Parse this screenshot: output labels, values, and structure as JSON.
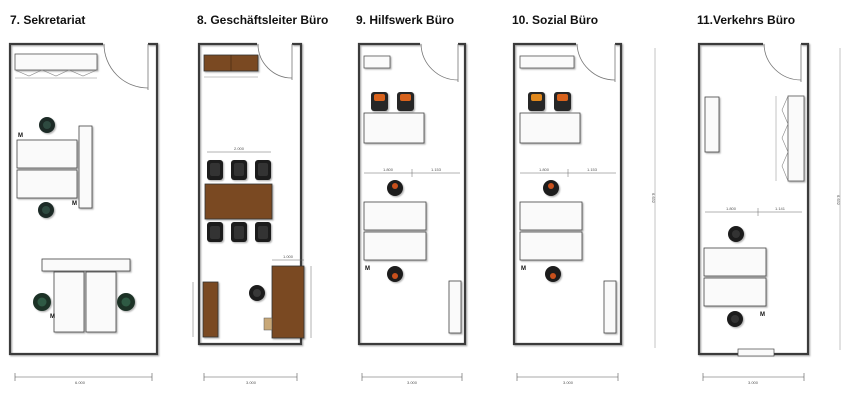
{
  "rooms": [
    {
      "title": "7. Sekretariat",
      "width_label": "6.000"
    },
    {
      "title": "8. Geschäftsleiter Büro",
      "width_label": "3.000"
    },
    {
      "title": "9. Hilfswerk Büro",
      "width_label": "3.000"
    },
    {
      "title": "10. Sozial Büro",
      "width_label": "3.000"
    },
    {
      "title": "11.Verkehrs Büro",
      "width_label": "3.000"
    }
  ],
  "desk_marker": "M",
  "dims": {
    "d1800": "1.800",
    "d1153": "1.153",
    "d1141": "1.141",
    "d2000": "2.000",
    "d1000": "1.000",
    "height": "6.632"
  }
}
